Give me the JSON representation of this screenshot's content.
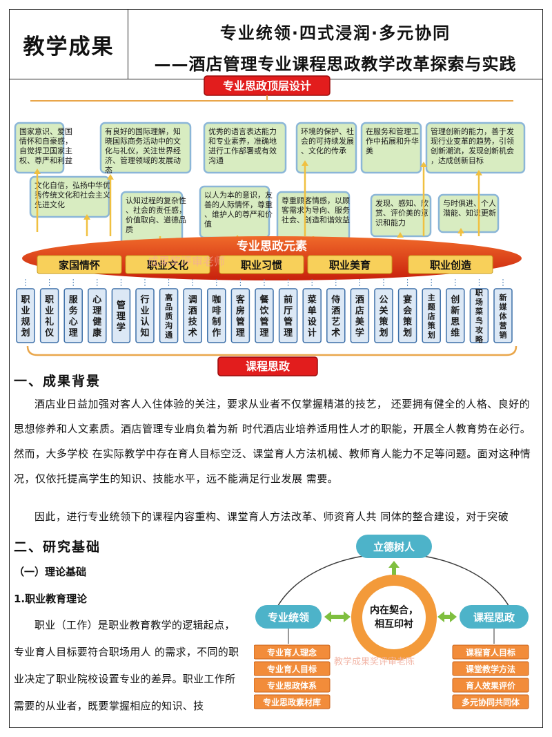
{
  "header": {
    "left": "教学成果",
    "title_line1": "专业统领·四式浸润·多元协同",
    "title_line2": "——酒店管理专业课程思政教学改革探索与实践"
  },
  "diagram": {
    "top_banner": "专业思政顶层设计",
    "top_boxes": [
      "国家意识、爱国情怀和自豪感，自觉捍卫国家主权、尊严和利益",
      "有良好的国际理解，知晓国际商务活动中的文化与礼仪，关注世界经济、管理领域的发展动态",
      "优秀的语言表达能力和专业素养，准确地进行工作部署或有效沟通",
      "环境的保护、社会的可持续发展、文化的传承",
      "在服务和管理工作中拓展和升华美",
      "管理创新的能力，善于发现行业变革的趋势，引领创新潮流，发现创新机会，达成创新目标"
    ],
    "mid_boxes": [
      "文化自信，弘扬中华优秀传统文化和社会主义先进文化",
      "认知过程的复杂性、社会的责任感，价值取向、道德品质",
      "以人为本的意识，友善的人际情怀，尊重、维护人的尊严和价值",
      "尊重顾客情感，以顾客需求为导向、服务社会、创造和谐效益",
      "发现、感知、欣赏、评价美的意识和能力",
      "与时俱进、个人潜能、知识更新"
    ],
    "ellipse_title": "专业思政元素",
    "elements": [
      "家国情怀",
      "职业文化",
      "职业习惯",
      "职业美育",
      "职业创造"
    ],
    "courses": [
      "职业规划",
      "职业礼仪",
      "服务心理",
      "心理健康",
      "管理学",
      "行业认知",
      "高品质沟通",
      "调酒技术",
      "咖啡制作",
      "客房管理",
      "餐饮管理",
      "前厅管理",
      "菜单设计",
      "侍酒艺术",
      "酒店美学",
      "公关策划",
      "宴会策划",
      "主题店策划",
      "创新思维",
      "职场菜鸟攻略",
      "新媒体营销"
    ],
    "bottom_banner": "课程思政",
    "watermark": "成果奖评审老师"
  },
  "section1": {
    "heading": "一、成果背景",
    "p1": "酒店业日益加强对客人入住体验的关注，要求从业者不仅掌握精湛的技艺， 还要拥有健全的人格、良好的思想修养和人文素质。酒店管理专业肩负着为新 时代酒店业培养适用性人才的职能，开展全人教育势在必行。然而，大多学校 在实际教学中存在育人目标空泛、课堂育人方法机械、教师育人能力不足等问题。面对这种情况，仅依托提高学生的知识、技能水平，远不能满足行业发展 需要。",
    "p2": "因此，进行专业统领下的课程内容重构、课堂育人方法改革、师资育人共 同体的整合建设，对于突破"
  },
  "section2": {
    "heading": "二、研究基础",
    "sub1": "（一）理论基础",
    "sub2": "1.职业教育理论",
    "p": "职业（工作）是职业教育教学的逻辑起点，专业育人目标要符合职场用人 的需求，不同的职业决定了职业院校设置专业的差异。职业工作所需要的从业者，既要掌握相应的知识、技"
  },
  "circle": {
    "top": "立德树人",
    "center": "内在契合，相互印衬",
    "left": "专业统领",
    "right": "课程思政",
    "left_items": [
      "专业育人理念",
      "专业育人目标",
      "专业思政体系",
      "专业思政素材库"
    ],
    "right_items": [
      "课程育人目标",
      "课堂教学方法",
      "育人效果评价",
      "多元协同共同体"
    ],
    "watermark": "教学成果奖评审老陈"
  }
}
